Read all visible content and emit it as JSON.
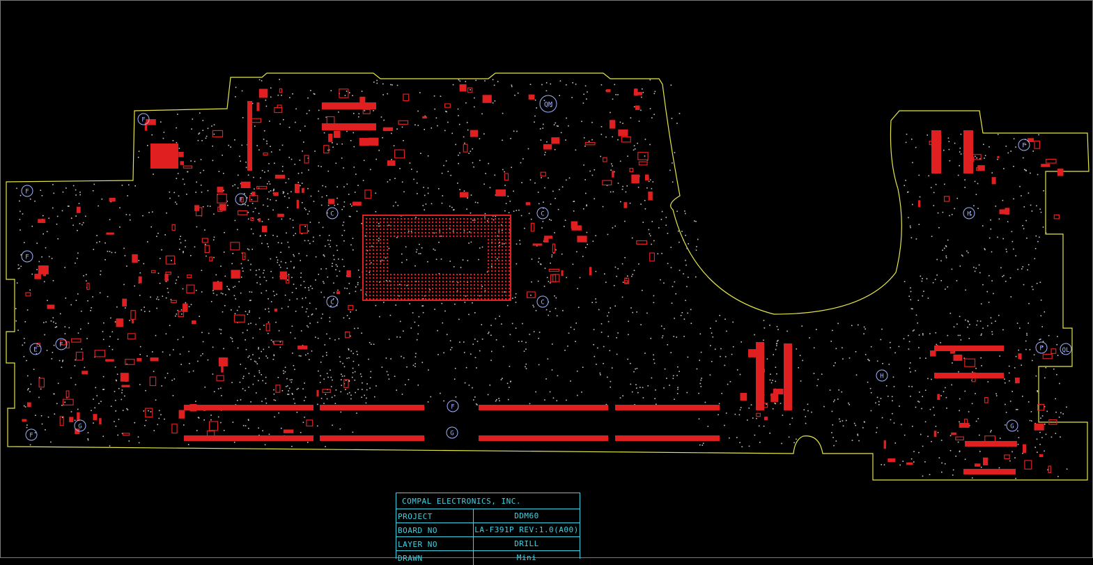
{
  "title_block": {
    "company": "COMPAL ELECTRONICS, INC.",
    "rows": [
      {
        "label": "PROJECT",
        "value": "DDM60"
      },
      {
        "label": "BOARD NO",
        "value": "LA-F391P REV:1.0(A00)"
      },
      {
        "label": "LAYER NO",
        "value": "DRILL"
      },
      {
        "label": "DRAWN",
        "value": "Mini"
      }
    ]
  },
  "hole_labels": {
    "f": "F",
    "c": "C",
    "g": "G",
    "h": "H",
    "e": "E",
    "qm": "QM",
    "ql": "QL"
  },
  "colors": {
    "background": "#000000",
    "outline": "#e6e64a",
    "component": "#e02020",
    "via": "#c8c8c8",
    "title_block": "#3fd3e6",
    "hole": "#9fb4ff"
  }
}
